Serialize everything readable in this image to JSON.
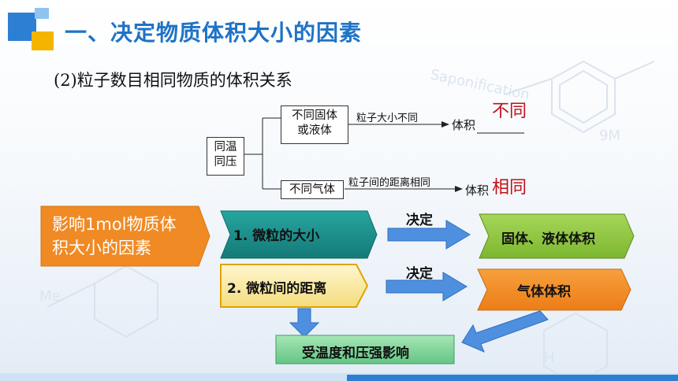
{
  "title": "一、决定物质体积大小的因素",
  "subtitle": "(2)粒子数目相同物质的体积关系",
  "diagram": {
    "condition_line1": "同温",
    "condition_line2": "同压",
    "upper_box_line1": "不同固体",
    "upper_box_line2": "或液体",
    "upper_arrow_label": "粒子大小不同",
    "upper_volume": "体积",
    "upper_answer": "不同",
    "lower_box": "不同气体",
    "lower_arrow_label": "粒子间的距离相同",
    "lower_volume": "体积",
    "lower_answer": "相同"
  },
  "flow": {
    "factor_line1": "影响1mol物质体",
    "factor_line2": "积大小的因素",
    "item1": "1. 微粒的大小",
    "item2": "2. 微粒间的距离",
    "decides_1": "决定",
    "decides_2": "决定",
    "result1": "固体、液体体积",
    "result2": "气体体积",
    "influence": "受温度和压强影响"
  },
  "colors": {
    "title": "#1f73c6",
    "answer": "#c0111a",
    "orange": "#f08a24",
    "teal": "#1a8f8c",
    "green": "#8cc63f",
    "blue_arrow": "#4f8fe0",
    "mint": "#7fd39a"
  }
}
